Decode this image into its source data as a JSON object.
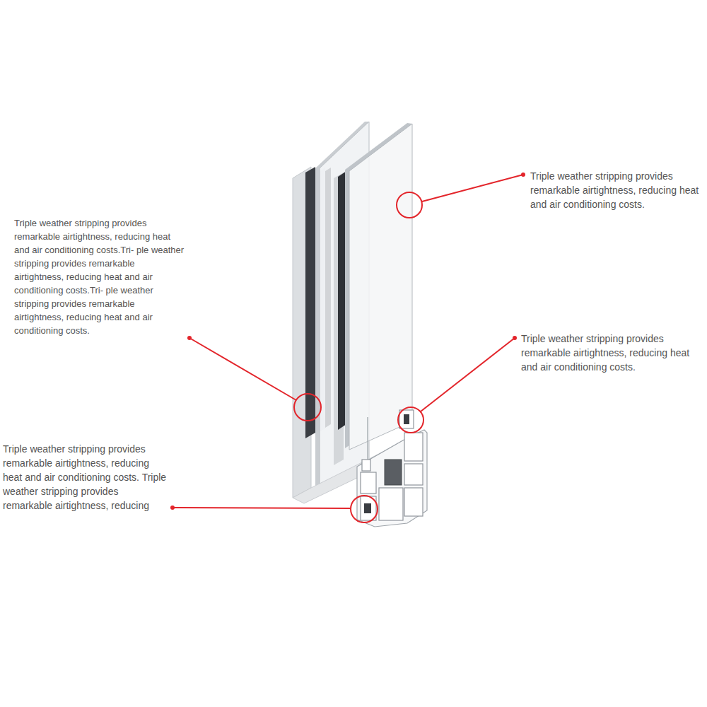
{
  "diagram": {
    "labels": [
      "Triple weather stripping provides remarkable airtightness, reducing heat and air conditioning costs.",
      "Triple weather stripping provides remarkable airtightness, reducing heat and air conditioning costs.Tri- ple weather stripping provides remarkable airtightness, reducing heat and air conditioning costs.Tri- ple weather stripping provides remarkable airtightness, reducing heat and air conditioning costs.",
      "Triple weather stripping provides remarkable airtightness, reducing heat and air conditioning costs.",
      "Triple weather stripping provides remarkable airtightness, reducing heat and air conditioning costs. Triple weather stripping provides remarkable airtightness, reducing"
    ]
  }
}
